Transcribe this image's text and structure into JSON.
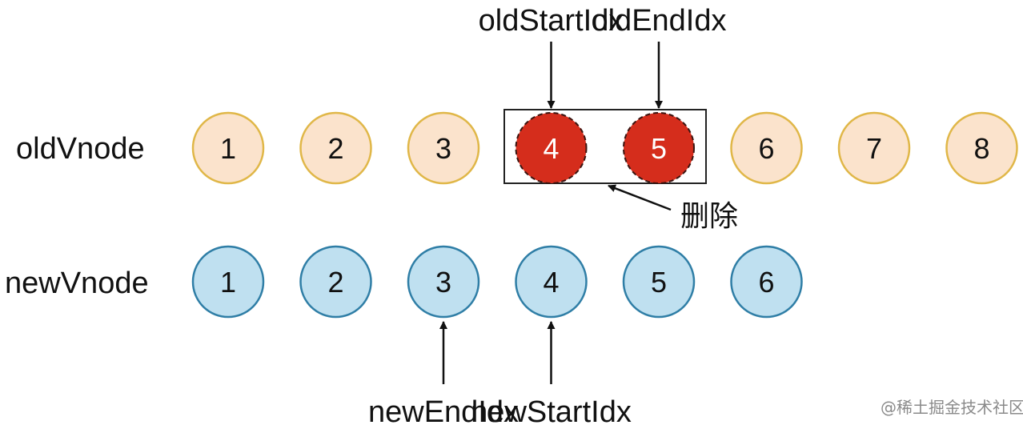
{
  "rows": {
    "old": {
      "label": "oldVnode",
      "nodes": [
        "1",
        "2",
        "3",
        "4",
        "5",
        "6",
        "7",
        "8"
      ],
      "deleted": [
        "4",
        "5"
      ]
    },
    "new": {
      "label": "newVnode",
      "nodes": [
        "1",
        "2",
        "3",
        "4",
        "5",
        "6"
      ]
    }
  },
  "pointers": {
    "oldStartIdx": {
      "label": "oldStartIdx",
      "row": "old",
      "index": 3
    },
    "oldEndIdx": {
      "label": "oldEndIdx",
      "row": "old",
      "index": 4
    },
    "newEndIdx": {
      "label": "newEndIdx",
      "row": "new",
      "index": 2
    },
    "newStartIdx": {
      "label": "newStartIdx",
      "row": "new",
      "index": 3
    }
  },
  "annotation": {
    "delete_label": "删除"
  },
  "watermark": "@稀土掘金技术社区",
  "colors": {
    "old_fill": "#fbe3cc",
    "old_stroke": "#e0b748",
    "deleted_fill": "#d52d1c",
    "deleted_text": "#ffffff",
    "new_fill": "#bfe0f0",
    "new_stroke": "#2f7ea6",
    "text": "#111111"
  }
}
